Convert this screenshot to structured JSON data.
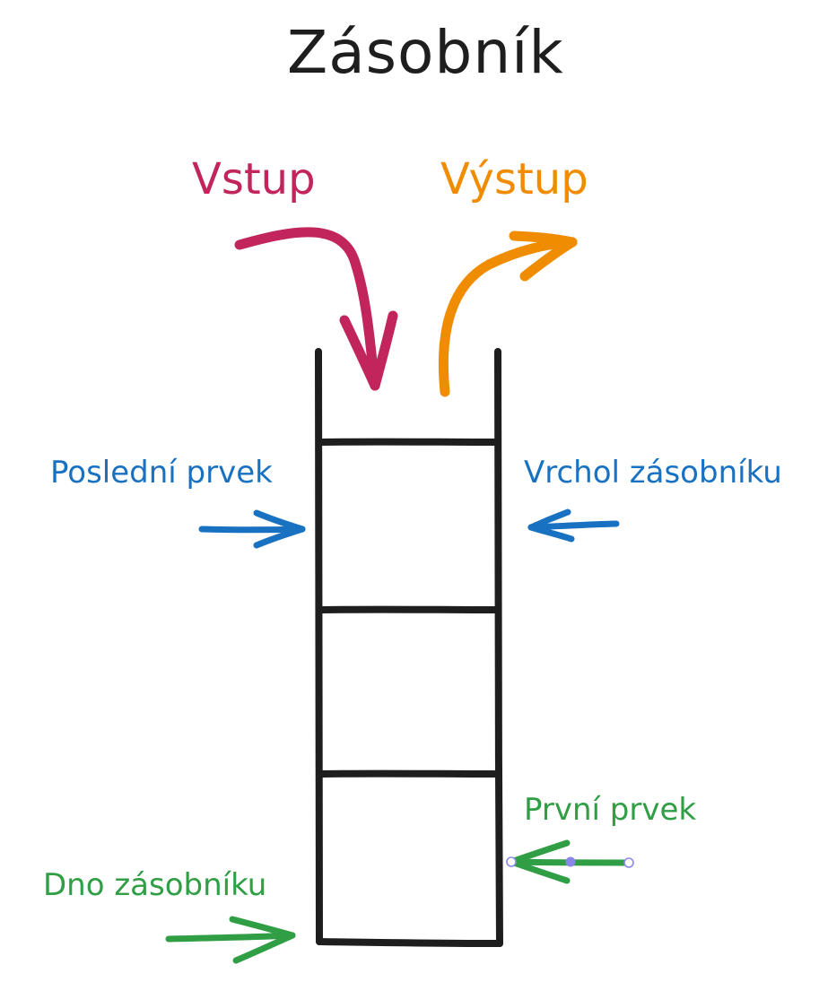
{
  "title": "Zásobník",
  "labels": {
    "input": "Vstup",
    "output": "Výstup",
    "last_item": "Poslední prvek",
    "stack_top": "Vrchol zásobníku",
    "first_item": "První prvek",
    "stack_bottom": "Dno zásobníku"
  },
  "colors": {
    "stack": "#1e1e1e",
    "input": "#c2255c",
    "output": "#f08c00",
    "top": "#1971c2",
    "bottom": "#2f9e44",
    "selection_handle": "#8b87e8"
  },
  "stack": {
    "cells": 3
  }
}
